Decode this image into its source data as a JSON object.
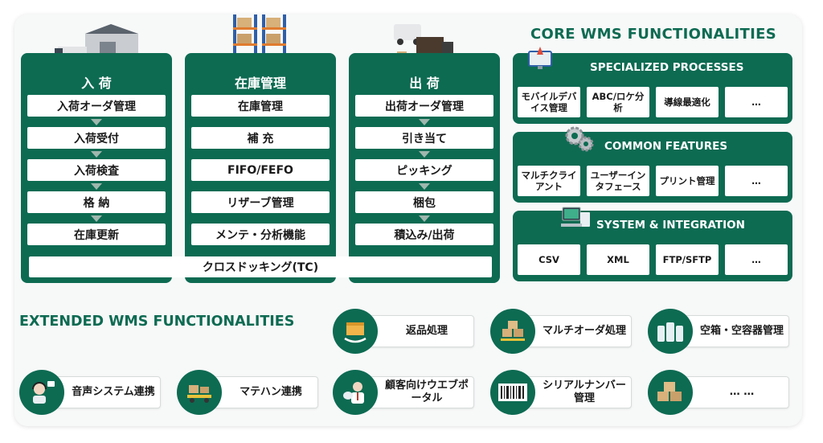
{
  "core_title": "CORE WMS FUNCTIONALITIES",
  "columns": [
    {
      "title": "入 荷",
      "icon": "warehouse-truck-illustration",
      "steps": [
        "入荷オーダ管理",
        "入荷受付",
        "入荷検査",
        "格 納",
        "在庫更新"
      ]
    },
    {
      "title": "在庫管理",
      "icon": "warehouse-shelves-illustration",
      "steps": [
        "在庫管理",
        "補 充",
        "FIFO/FEFO",
        "リザーブ管理",
        "メンテ・分析機能"
      ]
    },
    {
      "title": "出 荷",
      "icon": "delivery-trucks-illustration",
      "steps": [
        "出荷オーダ管理",
        "引き当て",
        "ピッキング",
        "梱包",
        "積込み/出荷"
      ]
    }
  ],
  "cross_docking": "クロスドッキング(TC)",
  "panels": [
    {
      "title": "SPECIALIZED PROCESSES",
      "icon": "monitor-rocket-icon",
      "chips": [
        "モバイルデバイス管理",
        "ABC/ロケ分析",
        "導線最適化",
        "…"
      ]
    },
    {
      "title": "COMMON FEATURES",
      "icon": "gears-icon",
      "chips": [
        "マルチクライアント",
        "ユーザーインタフェース",
        "プリント管理",
        "…"
      ]
    },
    {
      "title": "SYSTEM & INTEGRATION",
      "icon": "computer-network-icon",
      "chips": [
        "CSV",
        "XML",
        "FTP/SFTP",
        "…"
      ]
    }
  ],
  "extended_title": "EXTENDED WMS FUNCTIONALITIES",
  "extended_items": [
    {
      "label": "返品処理",
      "icon": "return-box-icon"
    },
    {
      "label": "マルチオーダ処理",
      "icon": "multi-order-icon"
    },
    {
      "label": "空箱・空容器管理",
      "icon": "empty-container-icon"
    },
    {
      "label": "音声システム連携",
      "icon": "headset-voice-icon"
    },
    {
      "label": "マテハン連携",
      "icon": "conveyor-icon"
    },
    {
      "label": "顧客向けウエブポータル",
      "icon": "web-portal-icon"
    },
    {
      "label": "シリアルナンバー管理",
      "icon": "barcode-icon"
    },
    {
      "label": "… …",
      "icon": "boxes-icon"
    }
  ],
  "colors": {
    "primary": "#0d6b52",
    "background": "#f7f8f8",
    "arrow": "#9fb7ae"
  }
}
